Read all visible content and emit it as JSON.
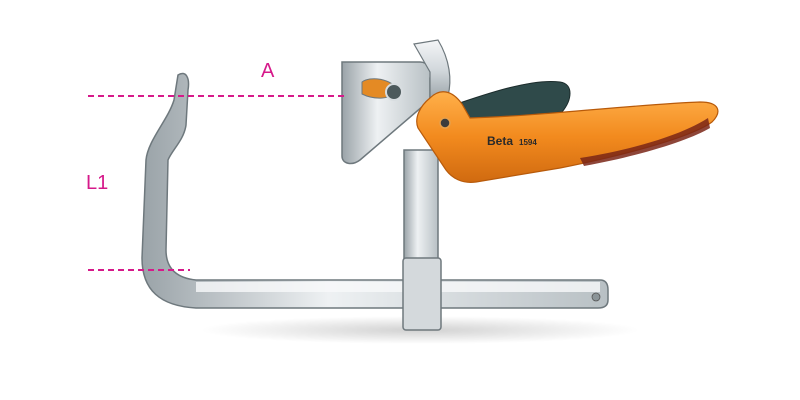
{
  "dimensions": {
    "a_label": "A",
    "l1_label": "L1"
  },
  "product": {
    "brand": "Beta",
    "model": "1594"
  },
  "colors": {
    "dimension_line": "#d6198a",
    "handle_orange": "#f28a1e",
    "handle_dark": "#2f4a4a",
    "steel": "#d8dde0"
  }
}
